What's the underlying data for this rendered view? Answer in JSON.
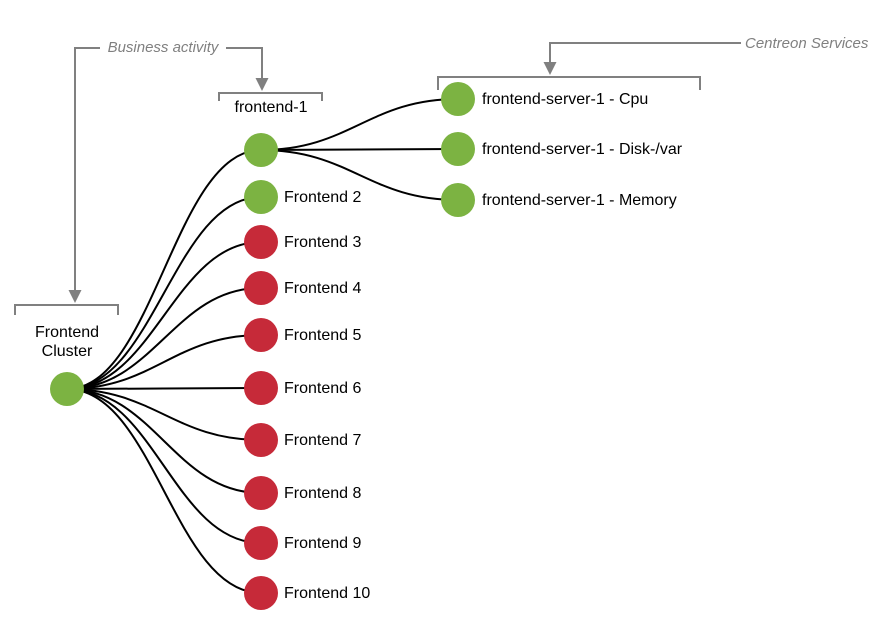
{
  "annotations": {
    "business_activity": "Business activity",
    "centreon_services": "Centreon Services"
  },
  "cluster": {
    "label_line1": "Frontend",
    "label_line2": "Cluster",
    "status": "ok"
  },
  "frontends": [
    {
      "label": "frontend-1",
      "status": "ok"
    },
    {
      "label": "Frontend 2",
      "status": "ok"
    },
    {
      "label": "Frontend 3",
      "status": "critical"
    },
    {
      "label": "Frontend 4",
      "status": "critical"
    },
    {
      "label": "Frontend 5",
      "status": "critical"
    },
    {
      "label": "Frontend 6",
      "status": "critical"
    },
    {
      "label": "Frontend 7",
      "status": "critical"
    },
    {
      "label": "Frontend 8",
      "status": "critical"
    },
    {
      "label": "Frontend 9",
      "status": "critical"
    },
    {
      "label": "Frontend 10",
      "status": "critical"
    }
  ],
  "services": [
    {
      "label": "frontend-server-1 - Cpu",
      "status": "ok"
    },
    {
      "label": "frontend-server-1 - Disk-/var",
      "status": "ok"
    },
    {
      "label": "frontend-server-1 - Memory",
      "status": "ok"
    }
  ],
  "colors": {
    "ok": "#7CB342",
    "critical": "#C62A39",
    "edge": "#000000",
    "annotation": "#808080",
    "text": "#000000"
  }
}
